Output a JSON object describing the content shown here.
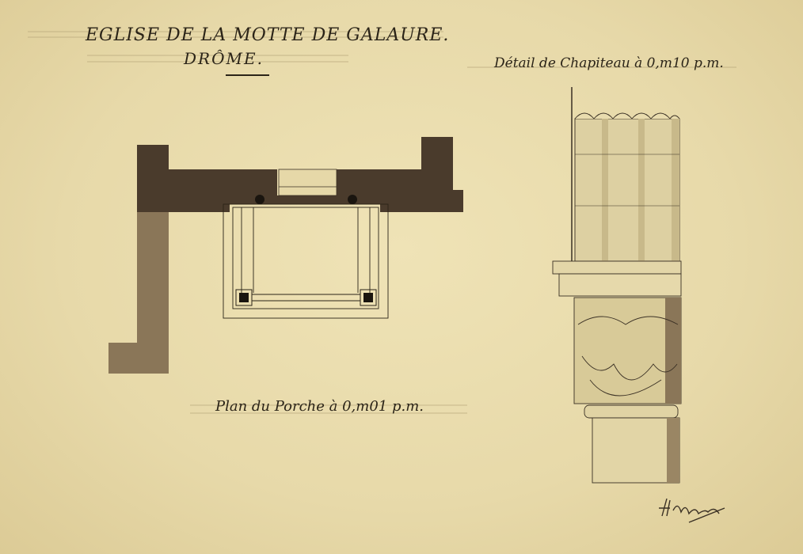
{
  "title": "EGLISE DE LA MOTTE DE GALAURE.",
  "subtitle": "DRÔME.",
  "detail_caption": "Détail de Chapiteau à 0,m10 p.m.",
  "plan_caption": "Plan du Porche à 0,m01 p.m.",
  "signature": "H Nodet",
  "colors": {
    "paper": "#e9dcae",
    "ink": "#2b2418",
    "wall_dark": "#4a3b2c",
    "wall_light": "#8a7658"
  }
}
